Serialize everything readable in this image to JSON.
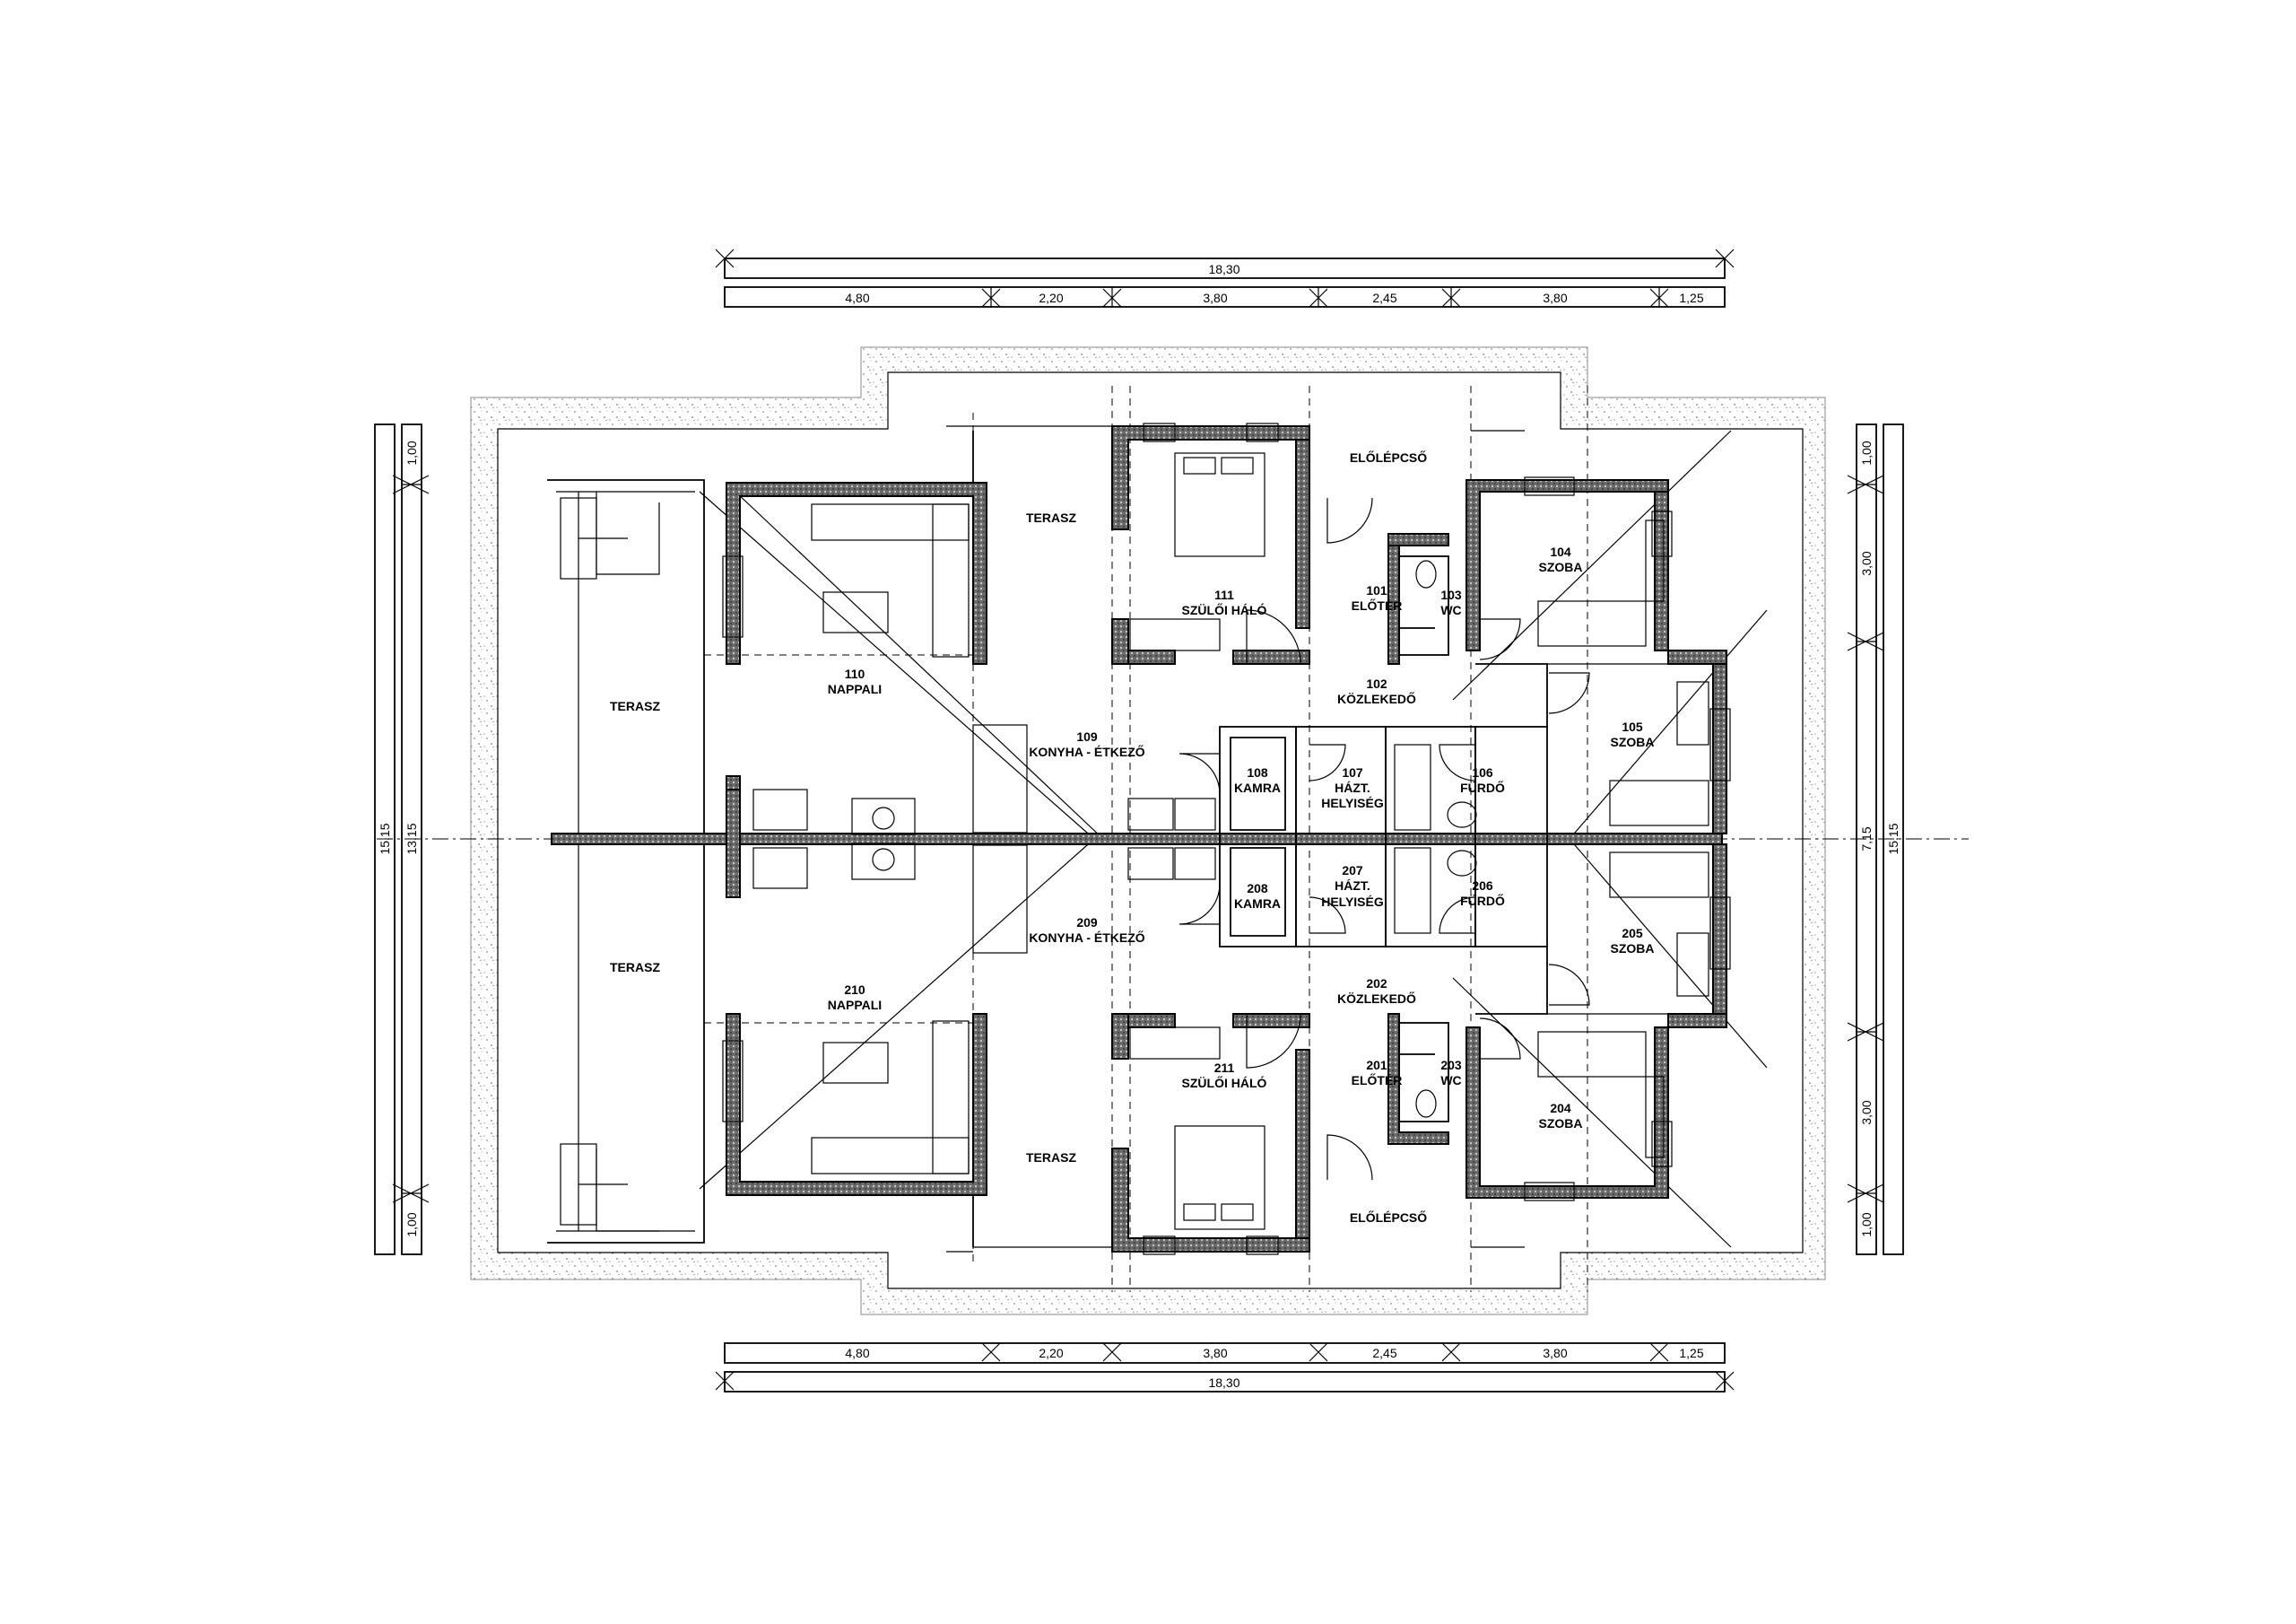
{
  "plan": {
    "rooms": [
      {
        "id": "r-terasz-left-top",
        "number": "",
        "name": "TERASZ"
      },
      {
        "id": "r-terasz-left-bottom",
        "number": "",
        "name": "TERASZ"
      },
      {
        "id": "r-terasz-mid-top",
        "number": "",
        "name": "TERASZ"
      },
      {
        "id": "r-terasz-mid-bottom",
        "number": "",
        "name": "TERASZ"
      },
      {
        "id": "r-elolepcso-top",
        "number": "",
        "name": "ELŐLÉPCSŐ"
      },
      {
        "id": "r-elolepcso-bottom",
        "number": "",
        "name": "ELŐLÉPCSŐ"
      },
      {
        "id": "r-110",
        "number": "110",
        "name": "NAPPALI"
      },
      {
        "id": "r-210",
        "number": "210",
        "name": "NAPPALI"
      },
      {
        "id": "r-109",
        "number": "109",
        "name": "KONYHA - ÉTKEZŐ"
      },
      {
        "id": "r-209",
        "number": "209",
        "name": "KONYHA - ÉTKEZŐ"
      },
      {
        "id": "r-111",
        "number": "111",
        "name": "SZÜLŐI HÁLÓ"
      },
      {
        "id": "r-211",
        "number": "211",
        "name": "SZÜLŐI HÁLÓ"
      },
      {
        "id": "r-101",
        "number": "101",
        "name": "ELŐTÉR"
      },
      {
        "id": "r-201",
        "number": "201",
        "name": "ELŐTÉR"
      },
      {
        "id": "r-103",
        "number": "103",
        "name": "WC"
      },
      {
        "id": "r-203",
        "number": "203",
        "name": "WC"
      },
      {
        "id": "r-104",
        "number": "104",
        "name": "SZOBA"
      },
      {
        "id": "r-204",
        "number": "204",
        "name": "SZOBA"
      },
      {
        "id": "r-102",
        "number": "102",
        "name": "KÖZLEKEDŐ"
      },
      {
        "id": "r-202",
        "number": "202",
        "name": "KÖZLEKEDŐ"
      },
      {
        "id": "r-108",
        "number": "108",
        "name": "KAMRA"
      },
      {
        "id": "r-208",
        "number": "208",
        "name": "KAMRA"
      },
      {
        "id": "r-107",
        "number": "107",
        "name": "HÁZT."
      },
      {
        "id": "r-107b",
        "number": "",
        "name": "HELYISÉG"
      },
      {
        "id": "r-207",
        "number": "207",
        "name": "HÁZT."
      },
      {
        "id": "r-207b",
        "number": "",
        "name": "HELYISÉG"
      },
      {
        "id": "r-106",
        "number": "106",
        "name": "FÜRDŐ"
      },
      {
        "id": "r-206",
        "number": "206",
        "name": "FÜRDŐ"
      },
      {
        "id": "r-105",
        "number": "105",
        "name": "SZOBA"
      },
      {
        "id": "r-205",
        "number": "205",
        "name": "SZOBA"
      }
    ],
    "dims_top_total": "18,30",
    "dims_top": [
      "4,80",
      "2,20",
      "3,80",
      "2,45",
      "3,80",
      "1,25"
    ],
    "dims_bottom": [
      "4,80",
      "2,20",
      "3,80",
      "2,45",
      "3,80",
      "1,25"
    ],
    "dims_bottom_total": "18,30",
    "dims_left_outer": "15,15",
    "dims_left_inner": "13,15",
    "dims_left_top": "1,00",
    "dims_left_bottom": "1,00",
    "dims_right_outer": "15,15",
    "dims_right": [
      "1,00",
      "3,00",
      "7,15",
      "3,00",
      "1,00"
    ]
  }
}
